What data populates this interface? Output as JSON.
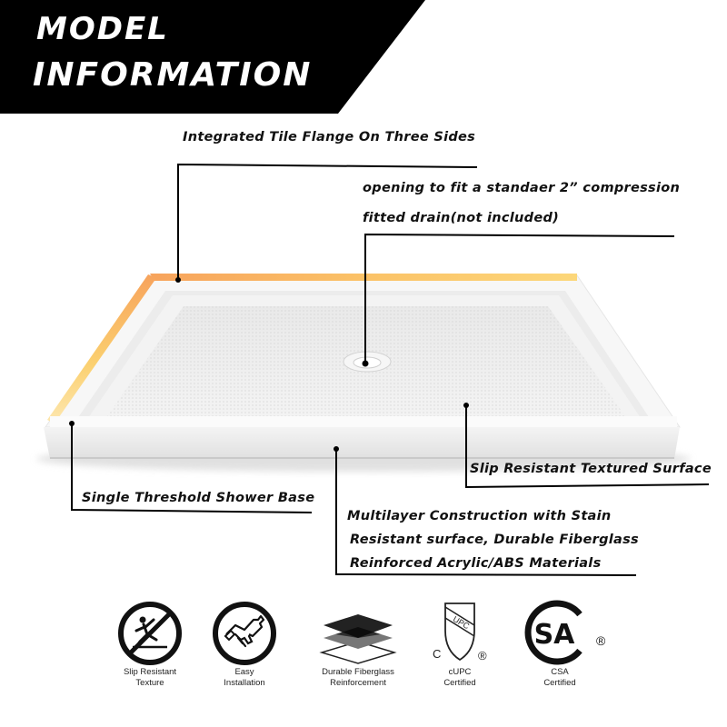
{
  "banner": {
    "line1": "MODEL",
    "line2": "INFORMATION",
    "background": "#000000",
    "text_color": "#ffffff"
  },
  "callouts": {
    "flange": "Integrated Tile Flange On Three Sides",
    "drain_line1": "opening to fit a standaer 2” compression",
    "drain_line2": "fitted drain(not included)",
    "texture": "Slip Resistant Textured Surface",
    "threshold": "Single Threshold Shower Base",
    "construction_line1": "Multilayer Construction with Stain",
    "construction_line2": "Resistant surface,  Durable Fiberglass",
    "construction_line3": "Reinforced Acrylic/ABS Materials"
  },
  "product": {
    "name": "shower-base",
    "flange_highlight_colors": [
      "#f7a35c",
      "#fcd77a"
    ]
  },
  "features": [
    {
      "icon": "no-slip-icon",
      "label_line1": "Slip Resistant",
      "label_line2": "Texture"
    },
    {
      "icon": "handshake-wrench-icon",
      "label_line1": "Easy",
      "label_line2": "Installation"
    },
    {
      "icon": "layers-icon",
      "label_line1": "Durable Fiberglass",
      "label_line2": "Reinforcement"
    },
    {
      "icon": "cupc-icon",
      "label_line1": "cUPC",
      "label_line2": "Certified",
      "badge_text": "UPC",
      "prefix": "C",
      "mark": "®"
    },
    {
      "icon": "csa-icon",
      "label_line1": "CSA",
      "label_line2": "Certified",
      "mark": "®"
    }
  ]
}
